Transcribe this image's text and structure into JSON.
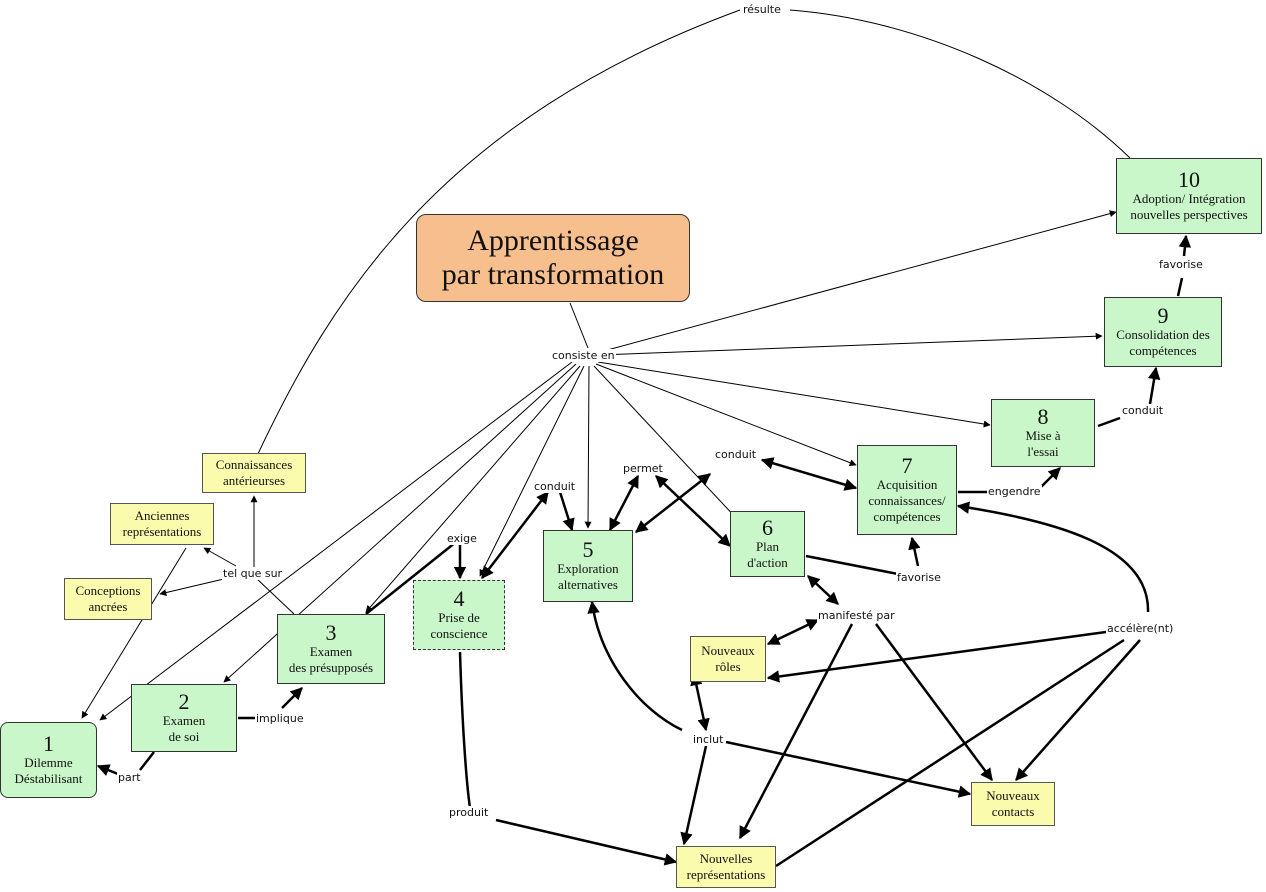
{
  "title": "Apprentissage par transformation",
  "title_lines": [
    "Apprentissage",
    "par transformation"
  ],
  "steps": [
    {
      "num": "1",
      "lines": [
        "Dilemme",
        "Déstabilisant"
      ]
    },
    {
      "num": "2",
      "lines": [
        "Examen",
        "de soi"
      ]
    },
    {
      "num": "3",
      "lines": [
        "Examen",
        "des présupposés"
      ]
    },
    {
      "num": "4",
      "lines": [
        "Prise de",
        "conscience"
      ]
    },
    {
      "num": "5",
      "lines": [
        "Exploration",
        "alternatives"
      ]
    },
    {
      "num": "6",
      "lines": [
        "Plan",
        "d'action"
      ]
    },
    {
      "num": "7",
      "lines": [
        "Acquisition",
        "connaissances/",
        "compétences"
      ]
    },
    {
      "num": "8",
      "lines": [
        "Mise à",
        "l'essai"
      ]
    },
    {
      "num": "9",
      "lines": [
        "Consolidation des",
        "compétences"
      ]
    },
    {
      "num": "10",
      "lines": [
        "Adoption/ Intégration",
        "nouvelles perspectives"
      ]
    }
  ],
  "concepts": [
    {
      "lines": [
        "Connaissances",
        "antérieurses"
      ]
    },
    {
      "lines": [
        "Anciennes",
        "représentations"
      ]
    },
    {
      "lines": [
        "Conceptions",
        "ancrées"
      ]
    },
    {
      "lines": [
        "Nouveaux",
        "rôles"
      ]
    },
    {
      "lines": [
        "Nouveaux",
        "contacts"
      ]
    },
    {
      "lines": [
        "Nouvelles",
        "représentations"
      ]
    }
  ],
  "links": {
    "resulte": "résulte",
    "consiste_en": "consiste en",
    "tel_que_sur": "tel que sur",
    "exige": "exige",
    "conduit_a": "conduit",
    "permet": "permet",
    "conduit_b": "conduit",
    "conduit_c": "conduit",
    "favorise_a": "favorise",
    "favorise_b": "favorise",
    "engendre": "engendre",
    "manifeste_par": "manifesté par",
    "accelere": "accélère(nt)",
    "inclut": "inclut",
    "implique": "implique",
    "part": "part",
    "produit": "produit"
  }
}
